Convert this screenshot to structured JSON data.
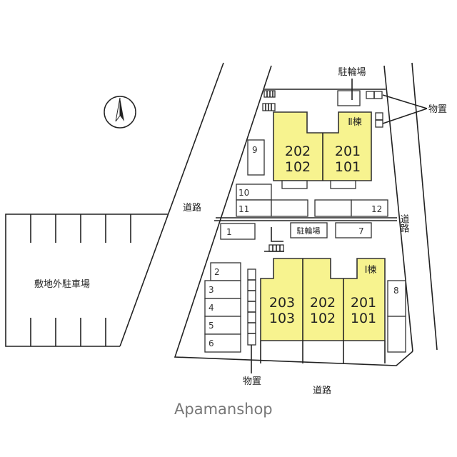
{
  "north_arrow": "north-arrow-icon",
  "parking_offsite_label": "敷地外駐車場",
  "road_labels": {
    "left": "道路",
    "right": "道路",
    "bottom": "道路"
  },
  "storage_label_top": "物置",
  "storage_label_bottom": "物置",
  "bicycle_top": "駐輪場",
  "bicycle_middle": "駐輪場",
  "building_2": {
    "label": "Ⅱ棟",
    "units": [
      {
        "upper": "202",
        "lower": "102"
      },
      {
        "upper": "201",
        "lower": "101"
      }
    ]
  },
  "building_1": {
    "label": "Ⅰ棟",
    "units": [
      {
        "upper": "203",
        "lower": "103"
      },
      {
        "upper": "202",
        "lower": "102"
      },
      {
        "upper": "201",
        "lower": "101"
      }
    ]
  },
  "parking_spots": [
    "1",
    "2",
    "3",
    "4",
    "5",
    "6",
    "7",
    "8",
    "9",
    "10",
    "11",
    "12"
  ],
  "watermark": "Apamanshop",
  "colors": {
    "building": "#f7f38f"
  }
}
